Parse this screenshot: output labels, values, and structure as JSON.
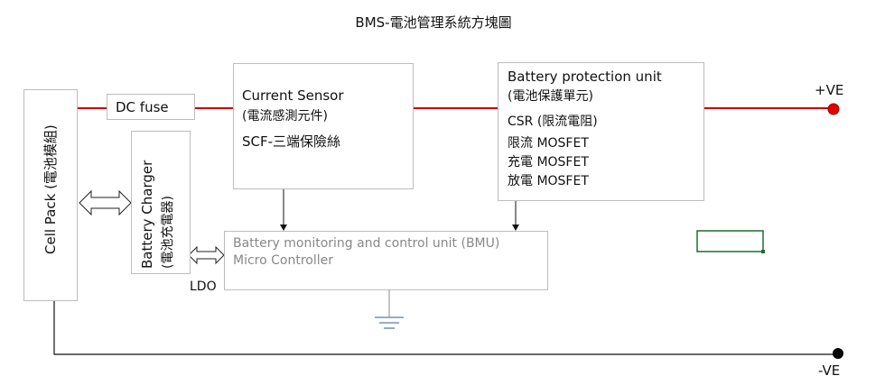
{
  "title": "BMS-電池管理系統方塊圖",
  "cell_pack": {
    "label": "Cell Pack (電池模組)"
  },
  "dc_fuse": {
    "label": "DC fuse"
  },
  "battery_charger": {
    "line1": "Battery Charger",
    "line2": "(電池充電器)"
  },
  "current_sensor": {
    "line1": "Current Sensor",
    "line2": "(電流感測元件)",
    "line3": "SCF-三端保險絲"
  },
  "protection_unit": {
    "line1": "Battery protection unit",
    "line2": "(電池保護單元)",
    "line3": "CSR (限流電阻)",
    "line4": "限流 MOSFET",
    "line5": "充電 MOSFET",
    "line6": "放電 MOSFET"
  },
  "bmu": {
    "line1": "Battery monitoring and control unit (BMU)",
    "line2": "Micro Controller"
  },
  "ldo_label": "LDO",
  "positive_terminal": "+VE",
  "negative_terminal": "-VE",
  "colors": {
    "positive_wire": "#cc0000",
    "negative_wire": "#111111",
    "positive_node": "#e00000",
    "negative_node": "#000000",
    "box_border": "#bdbdbd",
    "bmu_text": "#888888",
    "selection_rect": "#1e6e2e"
  }
}
